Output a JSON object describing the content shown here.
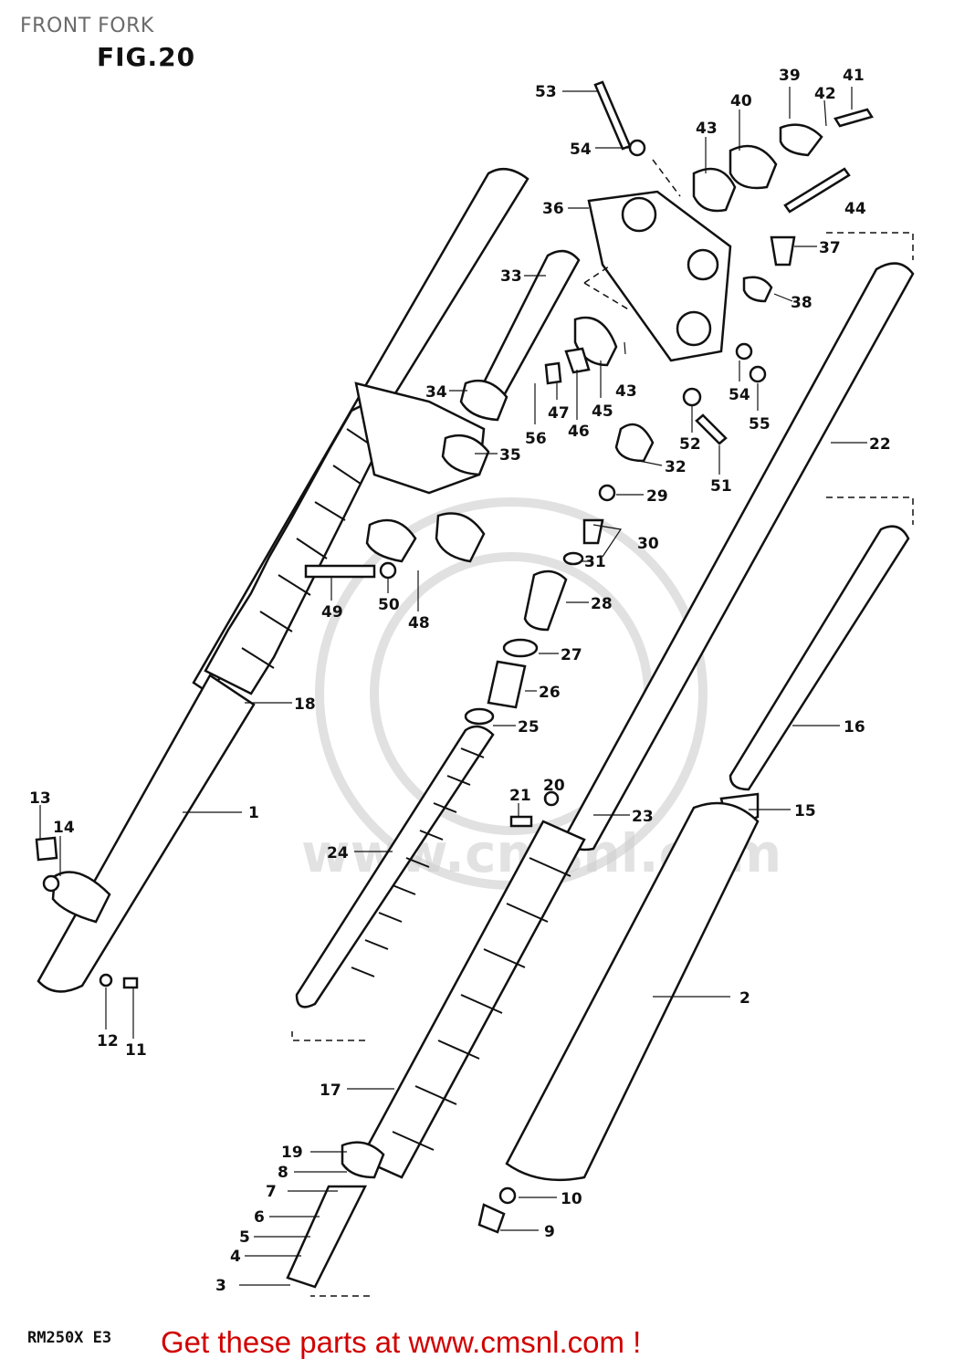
{
  "header": {
    "title": "FRONT FORK",
    "figure": "FIG.20"
  },
  "model_code": "RM250X E3",
  "footer_text": "Get these parts at www.cmsnl.com !",
  "watermark": "www.cmsnl.com",
  "colors": {
    "footer": "#d10000",
    "line": "#111111",
    "watermark": "#cfcfcf"
  },
  "labels": [
    "1",
    "2",
    "3",
    "4",
    "5",
    "6",
    "7",
    "8",
    "9",
    "10",
    "11",
    "12",
    "13",
    "14",
    "15",
    "16",
    "17",
    "18",
    "19",
    "20",
    "21",
    "22",
    "23",
    "24",
    "25",
    "26",
    "27",
    "28",
    "29",
    "30",
    "31",
    "32",
    "33",
    "34",
    "35",
    "36",
    "37",
    "38",
    "39",
    "40",
    "41",
    "42",
    "43",
    "43",
    "44",
    "45",
    "46",
    "47",
    "48",
    "49",
    "50",
    "51",
    "52",
    "53",
    "54",
    "54",
    "55",
    "56"
  ]
}
